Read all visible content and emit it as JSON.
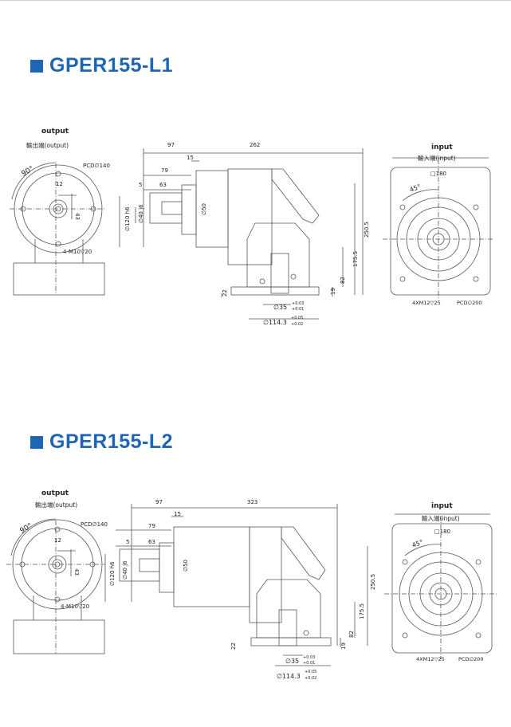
{
  "accent_color": "#1f66b2",
  "drawing_color": "#555555",
  "sections": [
    {
      "title": "GPER155-L1",
      "output_heading": "output",
      "output_sub": "輸出端(output)",
      "input_heading": "input",
      "input_sub": "輸入端(input)",
      "dims": {
        "angle_out": "90°",
        "pcd_out": "PCD∅140",
        "key_w": "12",
        "key_h": "43",
        "thread_out": "4-M10▽20",
        "d97": "97",
        "overall": "262",
        "d15": "15",
        "d79": "79",
        "d63": "63",
        "d5": "5",
        "bore120": "∅120 h6",
        "bore40": "∅40 j6",
        "bore50": "∅50",
        "h2505": "250.5",
        "h1755": "175.5",
        "h82": "82",
        "h22": "22",
        "h19": "19",
        "d35": "∅35",
        "d35_tol_up": "+0.03",
        "d35_tol_dn": "+0.01",
        "d1143": "∅114.3",
        "d1143_tol_up": "+0.05",
        "d1143_tol_dn": "+0.02",
        "sq180": "□180",
        "angle_in": "45°",
        "thread_in": "4XM12▽25",
        "pcd_in": "PCD∅200"
      }
    },
    {
      "title": "GPER155-L2",
      "output_heading": "output",
      "output_sub": "輸出端(output)",
      "input_heading": "input",
      "input_sub": "輸入端(input)",
      "dims": {
        "angle_out": "90°",
        "pcd_out": "PCD∅140",
        "key_w": "12",
        "key_h": "43",
        "thread_out": "4-M10▽20",
        "d97": "97",
        "overall": "323",
        "d15": "15",
        "d79": "79",
        "d63": "63",
        "d5": "5",
        "bore120": "∅120 h6",
        "bore40": "∅40 j6",
        "bore50": "∅50",
        "h2505": "250.5",
        "h1755": "175.5",
        "h82": "82",
        "h22": "22",
        "h19": "19",
        "d35": "∅35",
        "d35_tol_up": "+0.03",
        "d35_tol_dn": "+0.01",
        "d1143": "∅114.3",
        "d1143_tol_up": "+0.05",
        "d1143_tol_dn": "+0.02",
        "sq180": "□180",
        "angle_in": "45°",
        "thread_in": "4XM12▽25",
        "pcd_in": "PCD∅200"
      }
    }
  ]
}
